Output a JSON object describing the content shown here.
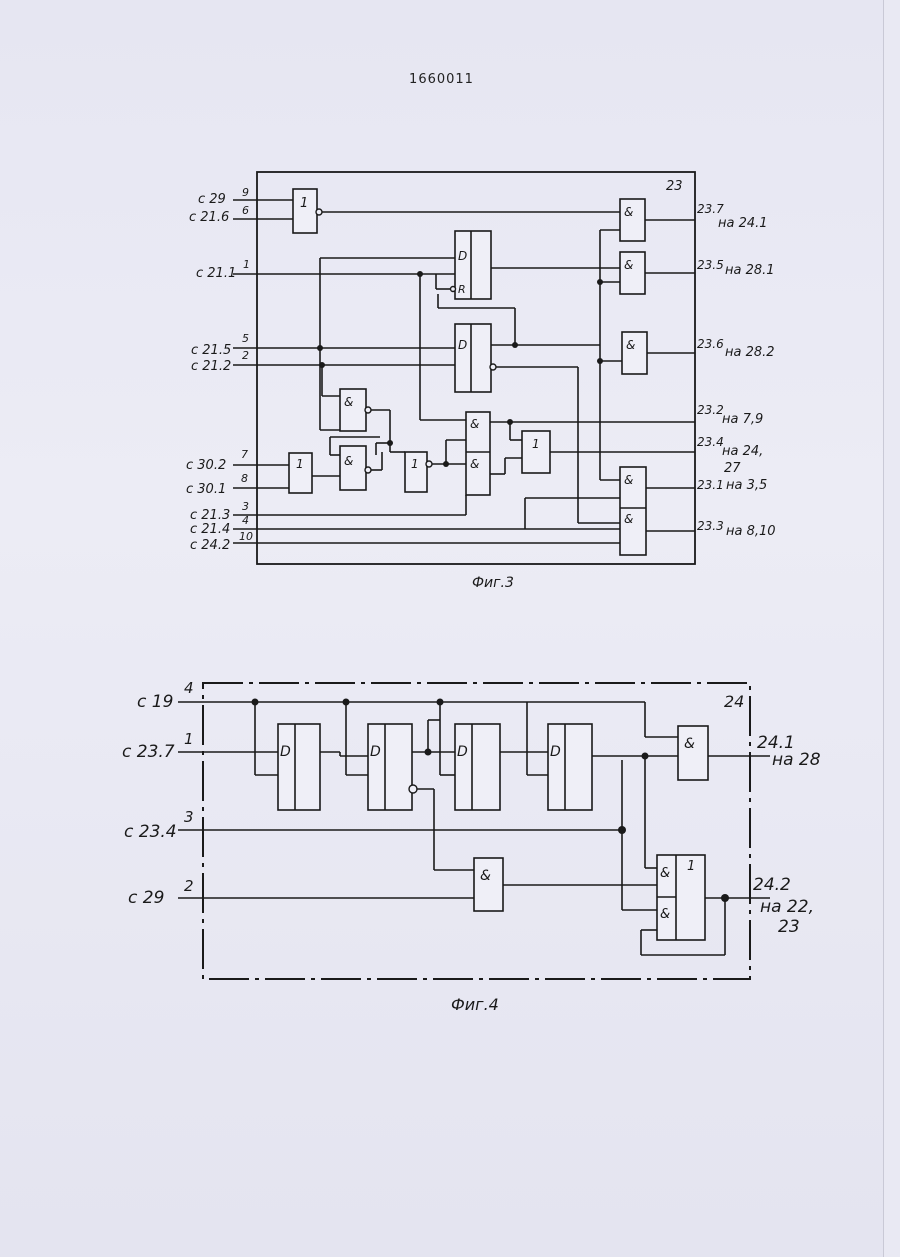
{
  "page_number": "1660011",
  "fig3": {
    "block_number": "23",
    "caption": "Фиг.3",
    "inputs": [
      {
        "source": "с 29",
        "pin": "9"
      },
      {
        "source": "с 21.6",
        "pin": "6"
      },
      {
        "source": "с 21.1",
        "pin": "1"
      },
      {
        "source": "с 21.5",
        "pin": "5"
      },
      {
        "source": "с 21.2",
        "pin": "2"
      },
      {
        "source": "с 30.2",
        "pin": "7"
      },
      {
        "source": "с 30.1",
        "pin": "8"
      },
      {
        "source": "с 21.3",
        "pin": "3"
      },
      {
        "source": "с 21.4",
        "pin": "4"
      },
      {
        "source": "с 24.2",
        "pin": "10"
      }
    ],
    "outputs": [
      {
        "pin": "23.7",
        "dest": "на 24.1"
      },
      {
        "pin": "23.5",
        "dest": "на 28.1"
      },
      {
        "pin": "23.6",
        "dest": "на 28.2"
      },
      {
        "pin": "23.2",
        "dest": "на 7,9"
      },
      {
        "pin": "23.4",
        "dest": "на 24,",
        "dest2": "27"
      },
      {
        "pin": "23.1",
        "dest": "на 3,5"
      },
      {
        "pin": "23.3",
        "dest": "на 8,10"
      }
    ],
    "gate_labels": {
      "or": "1",
      "and": "&",
      "d": "D",
      "r": "R"
    }
  },
  "fig4": {
    "block_number": "24",
    "caption": "Фиг.4",
    "inputs": [
      {
        "source": "с 19",
        "pin": "4"
      },
      {
        "source": "с 23.7",
        "pin": "1"
      },
      {
        "source": "с 23.4",
        "pin": "3"
      },
      {
        "source": "с 29",
        "pin": "2"
      }
    ],
    "outputs": [
      {
        "pin": "24.1",
        "dest": "на 28"
      },
      {
        "pin": "24.2",
        "dest": "на 22,",
        "dest2": "23"
      }
    ],
    "gate_labels": {
      "or": "1",
      "and": "&",
      "d": "D"
    }
  }
}
